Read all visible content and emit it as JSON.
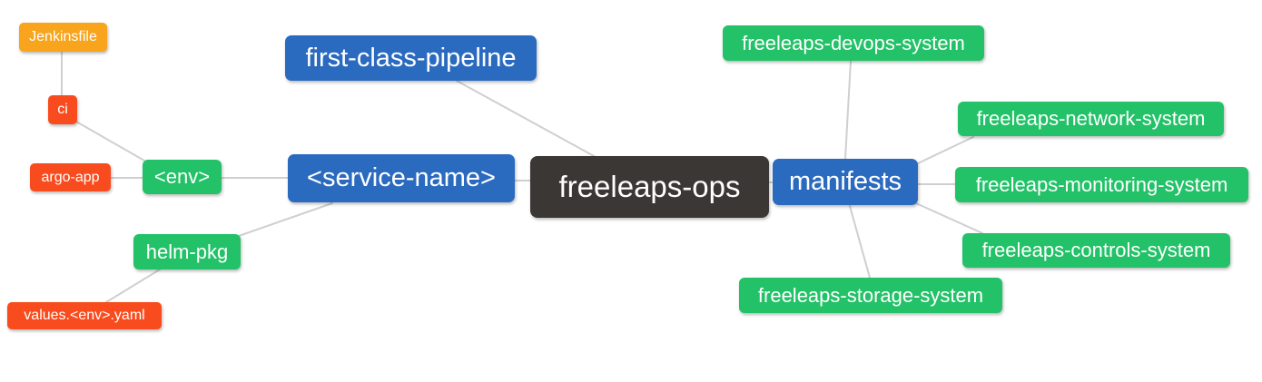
{
  "diagram": {
    "title": "freeleaps-ops mind map",
    "root": "freeleaps-ops"
  },
  "palette": {
    "blue": "#2a6abf",
    "green": "#23c268",
    "red": "#f84c1e",
    "orange": "#f8a41c",
    "dark": "#3b3735",
    "edge": "#cfcfcf",
    "text": "#ffffff",
    "background": "#ffffff"
  },
  "nodes": {
    "root": {
      "label": "freeleaps-ops",
      "color": "dark"
    },
    "first_class_pipeline": {
      "label": "first-class-pipeline",
      "color": "blue"
    },
    "service_name": {
      "label": "<service-name>",
      "color": "blue"
    },
    "manifests": {
      "label": "manifests",
      "color": "blue"
    },
    "env": {
      "label": "<env>",
      "color": "green"
    },
    "helm_pkg": {
      "label": "helm-pkg",
      "color": "green"
    },
    "ci": {
      "label": "ci",
      "color": "red"
    },
    "argo_app": {
      "label": "argo-app",
      "color": "red"
    },
    "jenkinsfile": {
      "label": "Jenkinsfile",
      "color": "orange"
    },
    "values_env_yaml": {
      "label": "values.<env>.yaml",
      "color": "red"
    },
    "devops_system": {
      "label": "freeleaps-devops-system",
      "color": "green"
    },
    "network_system": {
      "label": "freeleaps-network-system",
      "color": "green"
    },
    "monitoring_system": {
      "label": "freeleaps-monitoring-system",
      "color": "green"
    },
    "controls_system": {
      "label": "freeleaps-controls-system",
      "color": "green"
    },
    "storage_system": {
      "label": "freeleaps-storage-system",
      "color": "green"
    }
  },
  "edges": [
    {
      "from": "root",
      "to": "first_class_pipeline"
    },
    {
      "from": "root",
      "to": "service_name"
    },
    {
      "from": "root",
      "to": "manifests"
    },
    {
      "from": "service_name",
      "to": "env"
    },
    {
      "from": "service_name",
      "to": "helm_pkg"
    },
    {
      "from": "env",
      "to": "ci"
    },
    {
      "from": "env",
      "to": "argo_app"
    },
    {
      "from": "ci",
      "to": "jenkinsfile"
    },
    {
      "from": "helm_pkg",
      "to": "values_env_yaml"
    },
    {
      "from": "manifests",
      "to": "devops_system"
    },
    {
      "from": "manifests",
      "to": "network_system"
    },
    {
      "from": "manifests",
      "to": "monitoring_system"
    },
    {
      "from": "manifests",
      "to": "controls_system"
    },
    {
      "from": "manifests",
      "to": "storage_system"
    }
  ]
}
